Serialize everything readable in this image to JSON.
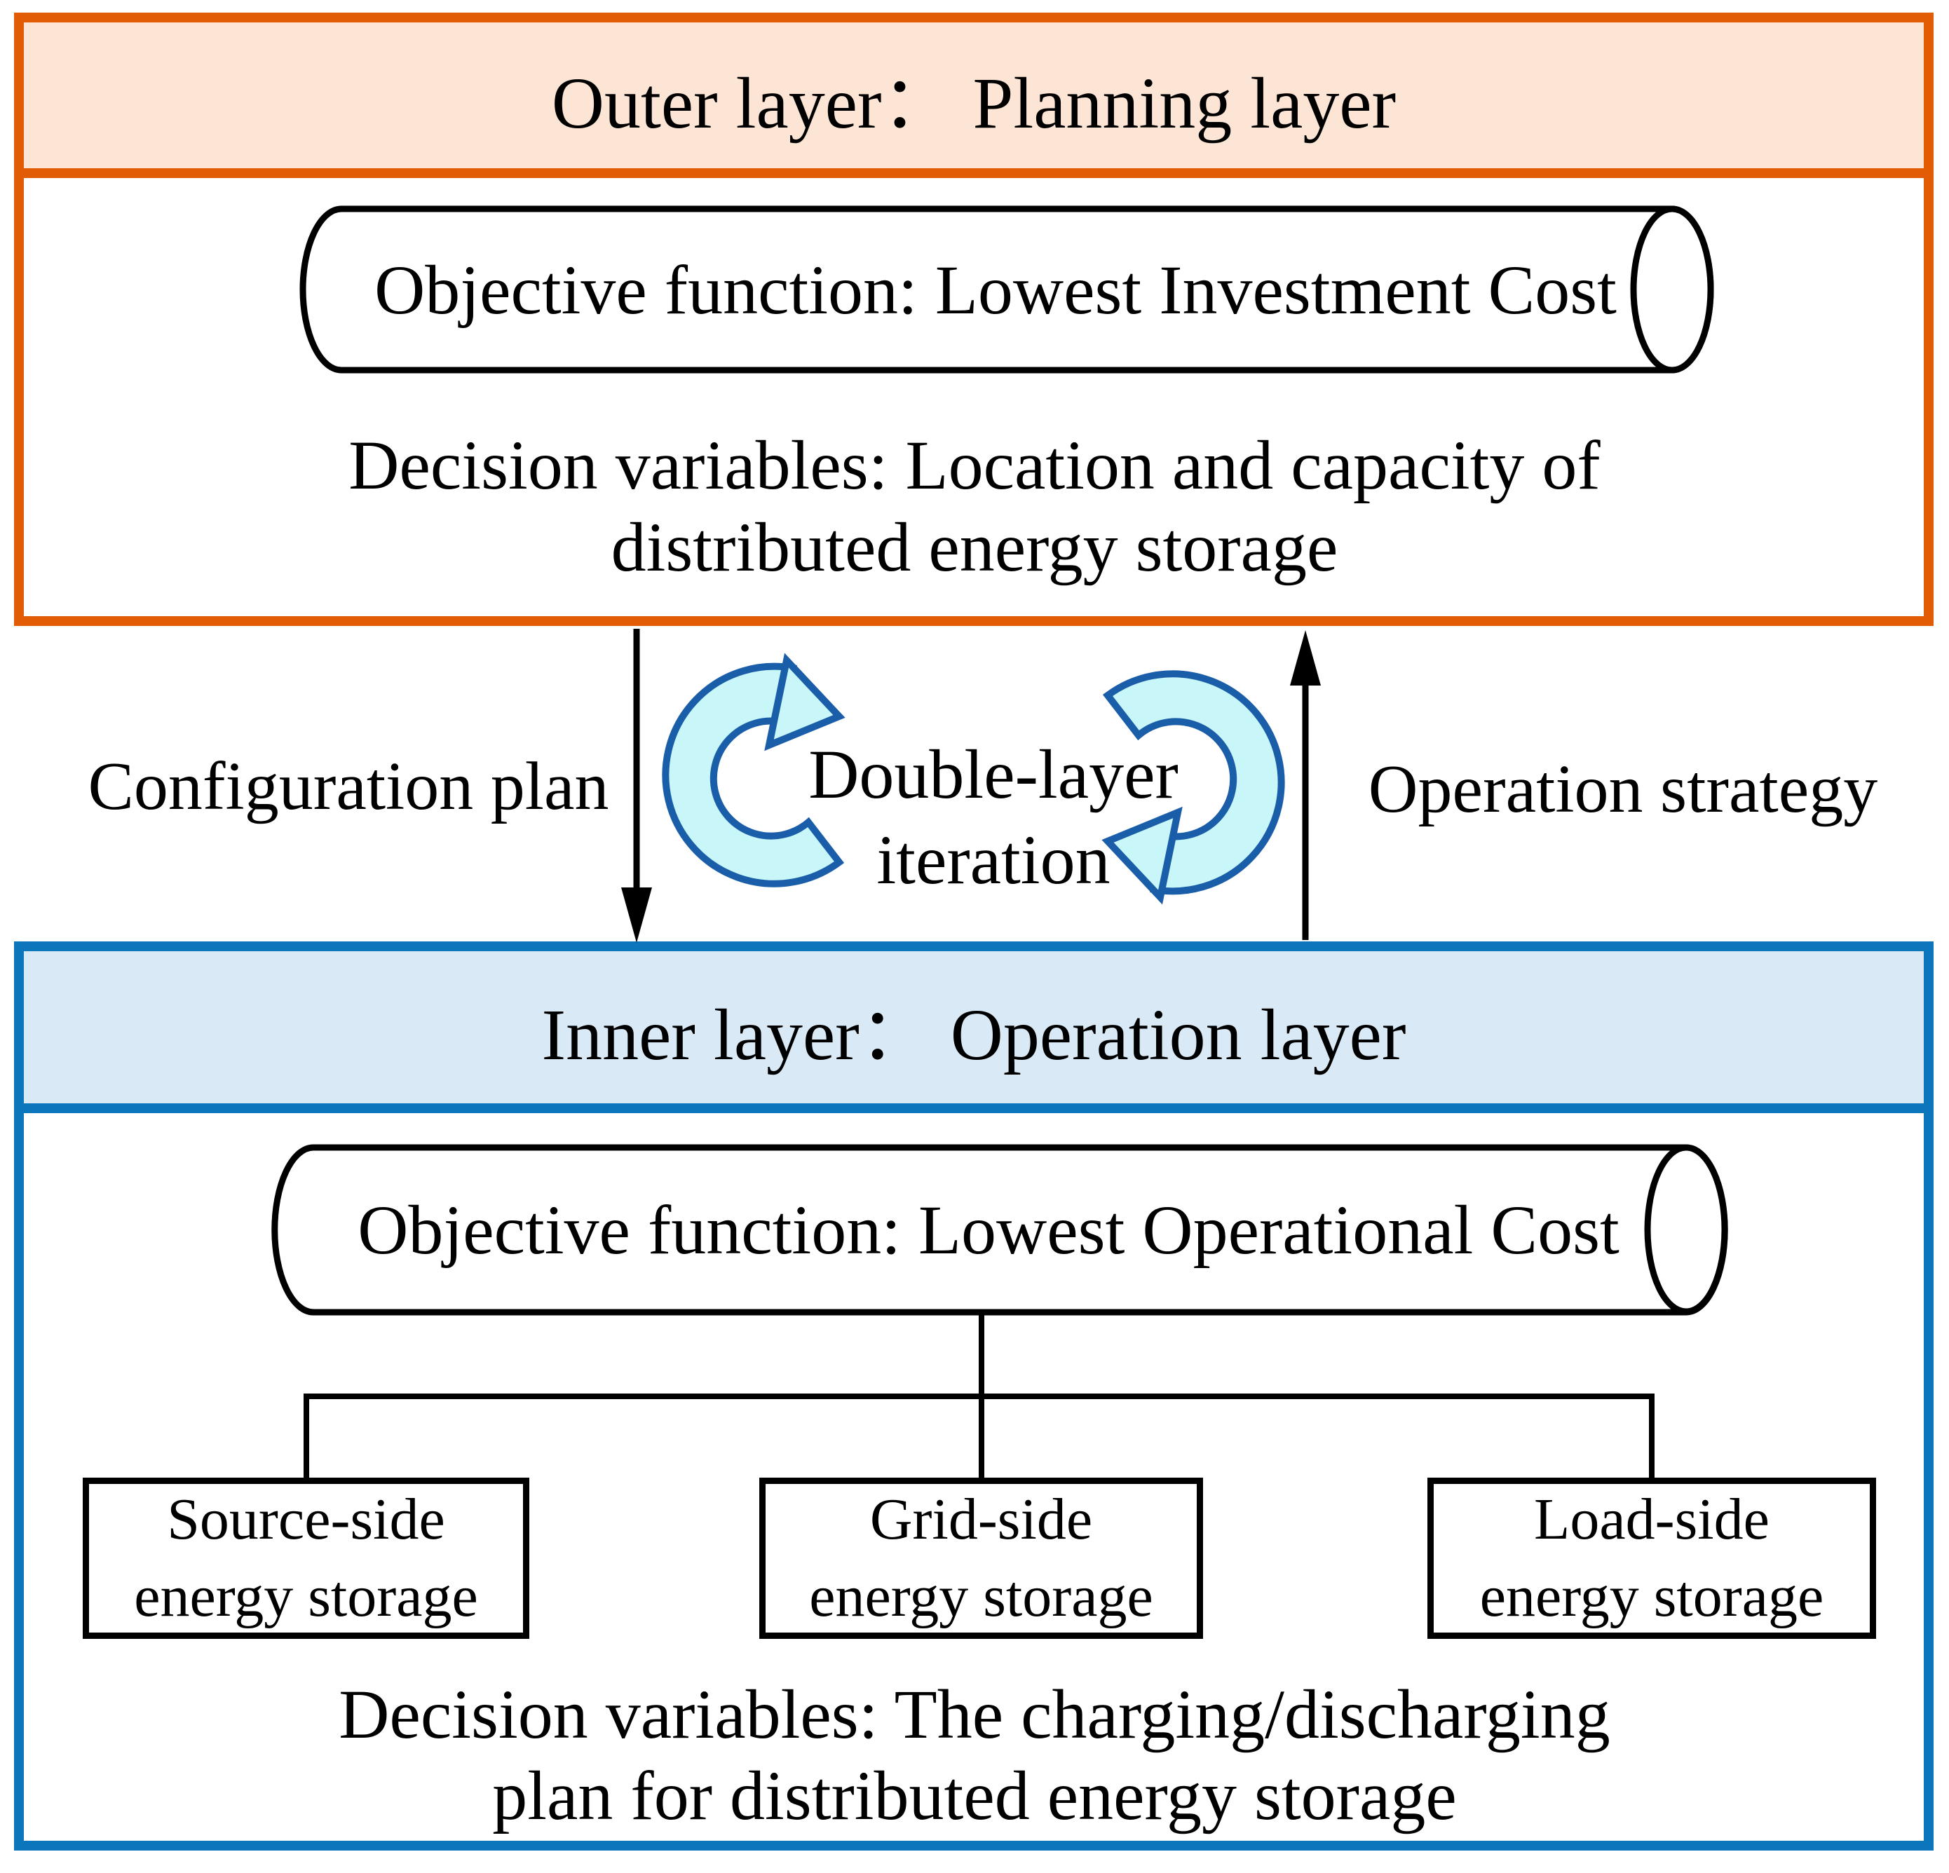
{
  "colors": {
    "orange_border": "#e25b05",
    "orange_fill": "#fce5d4",
    "blue_border": "#0b76bc",
    "blue_fill": "#d9eaf6",
    "cyan_fill": "#c9f6f8",
    "cyan_border": "#1a5ea9",
    "line_black": "#000000"
  },
  "outer_layer": {
    "title": "Outer layer： Planning layer",
    "objective": "Objective function: Lowest Investment Cost",
    "decision_variables": "Decision variables: Location and capacity of\ndistributed energy storage"
  },
  "middle": {
    "down_arrow_label": "Configuration plan",
    "iteration_label": "Double-layer\niteration",
    "up_arrow_label": "Operation strategy"
  },
  "inner_layer": {
    "title": "Inner layer： Operation layer",
    "objective": "Objective function: Lowest Operational Cost",
    "storage_boxes": [
      {
        "label": "Source-side\nenergy storage"
      },
      {
        "label": "Grid-side\nenergy storage"
      },
      {
        "label": "Load-side\nenergy storage"
      }
    ],
    "decision_variables": "Decision variables: The charging/discharging\nplan for distributed energy storage"
  }
}
